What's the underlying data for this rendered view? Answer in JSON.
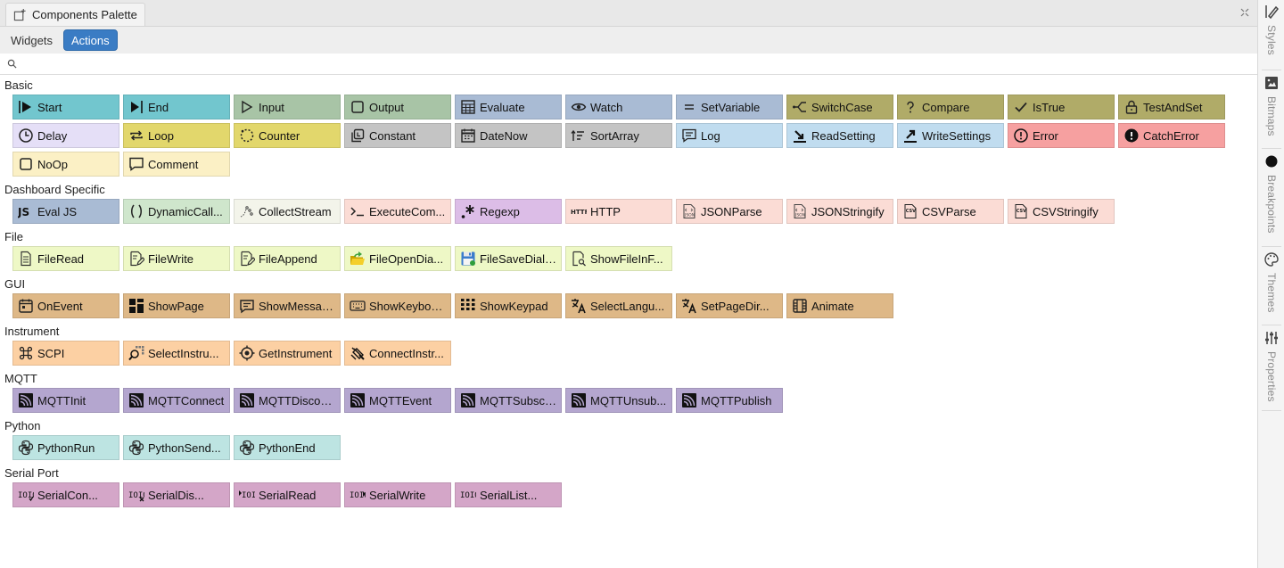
{
  "window": {
    "title": "Components Palette"
  },
  "tabs": [
    {
      "label": "Widgets",
      "active": false
    },
    {
      "label": "Actions",
      "active": true
    }
  ],
  "search": {
    "placeholder": "",
    "value": ""
  },
  "categories": [
    {
      "name": "Basic",
      "items": [
        {
          "label": "Start",
          "icon": "play-bar-icon",
          "color": "#72c6ce"
        },
        {
          "label": "End",
          "icon": "play-end-icon",
          "color": "#72c6ce"
        },
        {
          "label": "Input",
          "icon": "play-outline-icon",
          "color": "#a8c4a6"
        },
        {
          "label": "Output",
          "icon": "square-outline-icon",
          "color": "#a8c4a6"
        },
        {
          "label": "Evaluate",
          "icon": "calculator-icon",
          "color": "#a9bbd4"
        },
        {
          "label": "Watch",
          "icon": "eye-icon",
          "color": "#a9bbd4"
        },
        {
          "label": "SetVariable",
          "icon": "equals-icon",
          "color": "#a9bbd4"
        },
        {
          "label": "SwitchCase",
          "icon": "branch-icon",
          "color": "#b0ab68"
        },
        {
          "label": "Compare",
          "icon": "question-icon",
          "color": "#b0ab68"
        },
        {
          "label": "IsTrue",
          "icon": "check-icon",
          "color": "#b0ab68"
        },
        {
          "label": "TestAndSet",
          "icon": "lock-icon",
          "color": "#b0ab68"
        },
        {
          "label": "Delay",
          "icon": "clock-icon",
          "color": "#e5dff7"
        },
        {
          "label": "Loop",
          "icon": "repeat-icon",
          "color": "#e2d76c"
        },
        {
          "label": "Counter",
          "icon": "dashed-circle-icon",
          "color": "#e2d76c"
        },
        {
          "label": "Constant",
          "icon": "copy-icon",
          "color": "#c4c4c4"
        },
        {
          "label": "DateNow",
          "icon": "calendar-icon",
          "color": "#c4c4c4"
        },
        {
          "label": "SortArray",
          "icon": "sort-icon",
          "color": "#c4c4c4"
        },
        {
          "label": "Log",
          "icon": "message-lines-icon",
          "color": "#c0dcef"
        },
        {
          "label": "ReadSetting",
          "icon": "download-tray-icon",
          "color": "#c0dcef"
        },
        {
          "label": "WriteSettings",
          "icon": "upload-tray-icon",
          "color": "#c0dcef"
        },
        {
          "label": "Error",
          "icon": "alert-outline-icon",
          "color": "#f6a0a0"
        },
        {
          "label": "CatchError",
          "icon": "alert-filled-icon",
          "color": "#f6a0a0"
        },
        {
          "label": "NoOp",
          "icon": "square-outline-icon",
          "color": "#fbf0c5"
        },
        {
          "label": "Comment",
          "icon": "comment-icon",
          "color": "#fbf0c5"
        }
      ]
    },
    {
      "name": "Dashboard Specific",
      "items": [
        {
          "label": "Eval JS",
          "icon": "js-icon",
          "color": "#a9bbd4"
        },
        {
          "label": "DynamicCall...",
          "icon": "parens-icon",
          "color": "#cfe6cc"
        },
        {
          "label": "CollectStream",
          "icon": "stream-icon",
          "color": "#f3f4ea"
        },
        {
          "label": "ExecuteCom...",
          "icon": "terminal-icon",
          "color": "#fbdcd5"
        },
        {
          "label": "Regexp",
          "icon": "asterisk-icon",
          "color": "#dcbde7"
        },
        {
          "label": "HTTP",
          "icon": "http-icon",
          "color": "#fbdcd5"
        },
        {
          "label": "JSONParse",
          "icon": "json-file-icon",
          "color": "#fbdcd5"
        },
        {
          "label": "JSONStringify",
          "icon": "json-file-icon",
          "color": "#fbdcd5"
        },
        {
          "label": "CSVParse",
          "icon": "csv-file-icon",
          "color": "#fbdcd5"
        },
        {
          "label": "CSVStringify",
          "icon": "csv-file-icon",
          "color": "#fbdcd5"
        }
      ]
    },
    {
      "name": "File",
      "items": [
        {
          "label": "FileRead",
          "icon": "file-lines-icon",
          "color": "#eef8c6"
        },
        {
          "label": "FileWrite",
          "icon": "file-edit-icon",
          "color": "#eef8c6"
        },
        {
          "label": "FileAppend",
          "icon": "file-edit-icon",
          "color": "#eef8c6"
        },
        {
          "label": "FileOpenDia...",
          "icon": "folder-open-icon",
          "color": "#eef8c6"
        },
        {
          "label": "FileSaveDialog",
          "icon": "floppy-icon",
          "color": "#eef8c6"
        },
        {
          "label": "ShowFileInF...",
          "icon": "file-search-icon",
          "color": "#eef8c6"
        }
      ]
    },
    {
      "name": "GUI",
      "items": [
        {
          "label": "OnEvent",
          "icon": "calendar-event-icon",
          "color": "#deb887"
        },
        {
          "label": "ShowPage",
          "icon": "page-grid-icon",
          "color": "#deb887"
        },
        {
          "label": "ShowMessag...",
          "icon": "message-icon",
          "color": "#deb887"
        },
        {
          "label": "ShowKeyboard",
          "icon": "keyboard-icon",
          "color": "#deb887"
        },
        {
          "label": "ShowKeypad",
          "icon": "keypad-icon",
          "color": "#deb887"
        },
        {
          "label": "SelectLangu...",
          "icon": "translate-icon",
          "color": "#deb887"
        },
        {
          "label": "SetPageDir...",
          "icon": "translate-icon",
          "color": "#deb887"
        },
        {
          "label": "Animate",
          "icon": "film-icon",
          "color": "#deb887"
        }
      ]
    },
    {
      "name": "Instrument",
      "items": [
        {
          "label": "SCPI",
          "icon": "command-icon",
          "color": "#fcd0a3"
        },
        {
          "label": "SelectInstru...",
          "icon": "search-grid-icon",
          "color": "#fcd0a3"
        },
        {
          "label": "GetInstrument",
          "icon": "target-icon",
          "color": "#fcd0a3"
        },
        {
          "label": "ConnectInstr...",
          "icon": "plug-icon",
          "color": "#fcd0a3"
        }
      ]
    },
    {
      "name": "MQTT",
      "items": [
        {
          "label": "MQTTInit",
          "icon": "mqtt-icon",
          "color": "#b4a6cf"
        },
        {
          "label": "MQTTConnect",
          "icon": "mqtt-icon",
          "color": "#b4a6cf"
        },
        {
          "label": "MQTTDiscon...",
          "icon": "mqtt-icon",
          "color": "#b4a6cf"
        },
        {
          "label": "MQTTEvent",
          "icon": "mqtt-icon",
          "color": "#b4a6cf"
        },
        {
          "label": "MQTTSubscr...",
          "icon": "mqtt-icon",
          "color": "#b4a6cf"
        },
        {
          "label": "MQTTUnsub...",
          "icon": "mqtt-icon",
          "color": "#b4a6cf"
        },
        {
          "label": "MQTTPublish",
          "icon": "mqtt-icon",
          "color": "#b4a6cf"
        }
      ]
    },
    {
      "name": "Python",
      "items": [
        {
          "label": "PythonRun",
          "icon": "python-icon",
          "color": "#bde4e2"
        },
        {
          "label": "PythonSend...",
          "icon": "python-icon",
          "color": "#bde4e2"
        },
        {
          "label": "PythonEnd",
          "icon": "python-icon",
          "color": "#bde4e2"
        }
      ]
    },
    {
      "name": "Serial Port",
      "items": [
        {
          "label": "SerialCon...",
          "icon": "serial-connect-icon",
          "color": "#d4a6c8"
        },
        {
          "label": "SerialDis...",
          "icon": "serial-disconnect-icon",
          "color": "#d4a6c8"
        },
        {
          "label": "SerialRead",
          "icon": "serial-read-icon",
          "color": "#d4a6c8"
        },
        {
          "label": "SerialWrite",
          "icon": "serial-write-icon",
          "color": "#d4a6c8"
        },
        {
          "label": "SerialList...",
          "icon": "serial-list-icon",
          "color": "#d4a6c8"
        }
      ]
    }
  ],
  "rightbar": [
    {
      "label": "Styles",
      "icon": "styles-icon"
    },
    {
      "label": "Bitmaps",
      "icon": "bitmap-icon"
    },
    {
      "label": "Breakpoints",
      "icon": "breakpoint-dot-icon"
    },
    {
      "label": "Themes",
      "icon": "palette-icon"
    },
    {
      "label": "Properties",
      "icon": "sliders-icon"
    }
  ]
}
